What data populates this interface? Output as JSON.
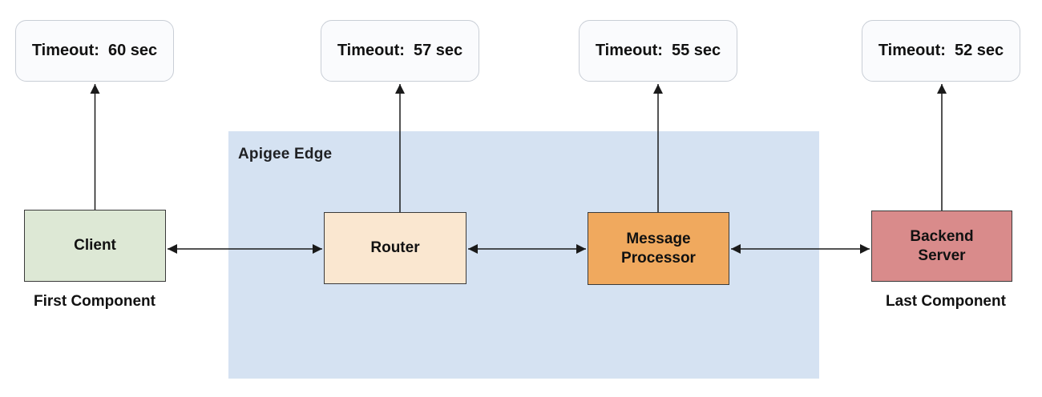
{
  "region": {
    "label": "Apigee Edge",
    "color": "#d5e2f2"
  },
  "timeouts": [
    {
      "label": "Timeout:  60 sec"
    },
    {
      "label": "Timeout:  57 sec"
    },
    {
      "label": "Timeout:  55 sec"
    },
    {
      "label": "Timeout:  52 sec"
    }
  ],
  "components": [
    {
      "label": "Client",
      "sublabel": "First Component",
      "color": "#dde8d5"
    },
    {
      "label": "Router",
      "color": "#fae7d0"
    },
    {
      "label": "Message\nProcessor",
      "color": "#f0a95e"
    },
    {
      "label": "Backend\nServer",
      "sublabel": "Last Component",
      "color": "#d98b8b"
    }
  ],
  "colors": {
    "arrow": "#1a1a1a",
    "timeout_background": "#fafbfd",
    "timeout_border": "#c9ced6",
    "component_border": "#3a3a3a",
    "text": "#111111"
  }
}
